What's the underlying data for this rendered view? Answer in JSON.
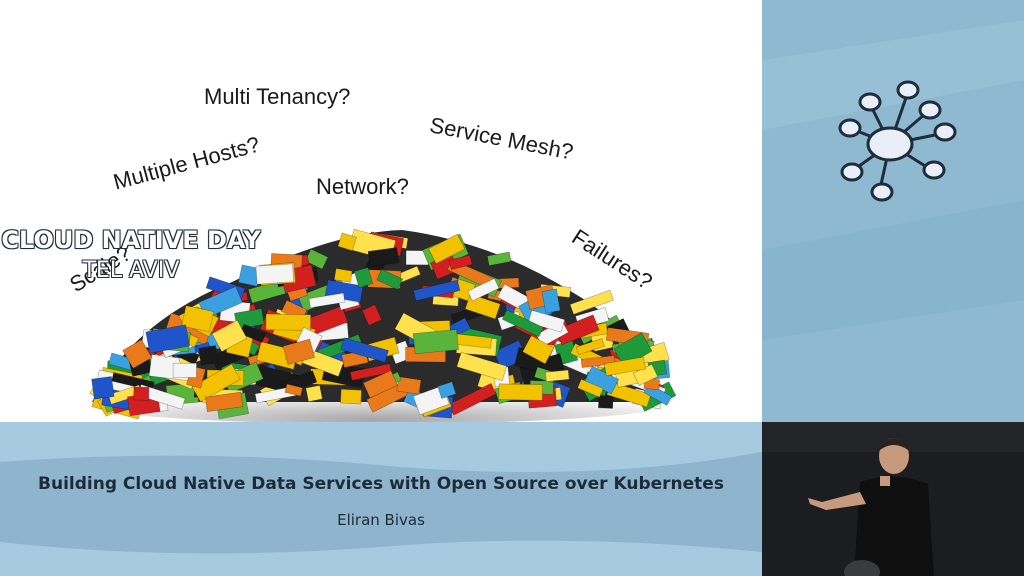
{
  "slide": {
    "questions": {
      "multi_tenancy": "Multi Tenancy?",
      "service_mesh": "Service Mesh?",
      "multiple_hosts": "Multiple Hosts?",
      "network": "Network?",
      "scale": "Scale?",
      "failures": "Failures?"
    }
  },
  "branding": {
    "line1": "CLOUD NATIVE DAY",
    "line2": "TEL AVIV",
    "logo_icon": "network-hub-icon"
  },
  "lower_third": {
    "talk_title": "Building Cloud Native Data Services with Open Source over Kubernetes",
    "speaker_name": "Eliran Bivas"
  },
  "colors": {
    "panel_blue": "#8fb9d1",
    "text_dark": "#1d2b38"
  }
}
